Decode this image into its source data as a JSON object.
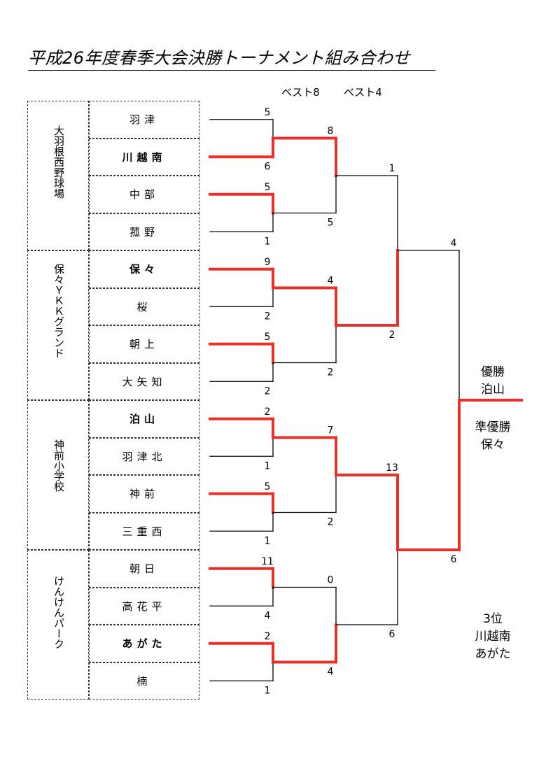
{
  "title": "平成26年度春季大会決勝トーナメント組み合わせ",
  "round_labels": [
    "ベスト8",
    "ベスト4"
  ],
  "venues": [
    "大羽根西野球場",
    "保々ＹＫＫグランド",
    "神前小学校",
    "けんけんパーク"
  ],
  "teams": [
    {
      "name": "羽津",
      "bold": false
    },
    {
      "name": "川越南",
      "bold": true
    },
    {
      "name": "中部",
      "bold": false
    },
    {
      "name": "菰野",
      "bold": false
    },
    {
      "name": "保々",
      "bold": true
    },
    {
      "name": "桜",
      "bold": false
    },
    {
      "name": "朝上",
      "bold": false
    },
    {
      "name": "大矢知",
      "bold": false
    },
    {
      "name": "泊山",
      "bold": true
    },
    {
      "name": "羽津北",
      "bold": false
    },
    {
      "name": "神前",
      "bold": false
    },
    {
      "name": "三重西",
      "bold": false
    },
    {
      "name": "朝日",
      "bold": false
    },
    {
      "name": "高花平",
      "bold": false
    },
    {
      "name": "あがた",
      "bold": true
    },
    {
      "name": "楠",
      "bold": false
    }
  ],
  "round1_scores": [
    "5",
    "6",
    "5",
    "1",
    "9",
    "2",
    "5",
    "2",
    "2",
    "1",
    "5",
    "1",
    "11",
    "4",
    "2",
    "1"
  ],
  "round1_winner": [
    1,
    0,
    0,
    0,
    0,
    0,
    0,
    0
  ],
  "round2_scores": [
    "8",
    "5",
    "4",
    "2",
    "7",
    "2",
    "0",
    "4"
  ],
  "round2_winner": [
    0,
    0,
    0,
    1
  ],
  "round3_scores": [
    "1",
    "2",
    "13",
    "6"
  ],
  "round3_winner": [
    1,
    0
  ],
  "final_scores": [
    "4",
    "6"
  ],
  "final_winner": 1,
  "results": {
    "champion_label": "優勝",
    "champion": "泊山",
    "runner_up_label": "準優勝",
    "runner_up": "保々",
    "third_label": "3位",
    "third_1": "川越南",
    "third_2": "あがた"
  },
  "colors": {
    "win_line": "#e8312a",
    "line": "#000000"
  }
}
